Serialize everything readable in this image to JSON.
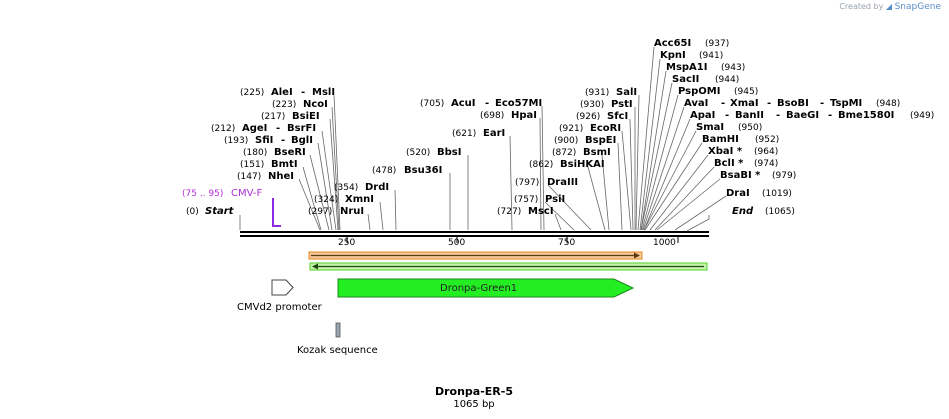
{
  "credit": {
    "prefix": "Created by",
    "brand": "SnapGene"
  },
  "title": "Dronpa-ER-5",
  "length_label": "1065 bp",
  "ruler": {
    "ticks": [
      "250",
      "500",
      "750",
      "1000"
    ]
  },
  "primer": {
    "position": "(75 .. 95)",
    "name": "CMV-F",
    "color": "#b230d8"
  },
  "ends": [
    {
      "position": "(0)",
      "name": "Start"
    },
    {
      "position": "(1065)",
      "name": "End"
    }
  ],
  "left_sites": [
    {
      "position": "(225)",
      "name": "AleI",
      "extra_sep": "-",
      "extra": "MslI"
    },
    {
      "position": "(223)",
      "name": "NcoI"
    },
    {
      "position": "(217)",
      "name": "BsiEI"
    },
    {
      "position": "(212)",
      "name": "AgeI",
      "extra_sep": "-",
      "extra": "BsrFI"
    },
    {
      "position": "(193)",
      "name": "SfiI",
      "extra_sep": "-",
      "extra": "BglI"
    },
    {
      "position": "(180)",
      "name": "BseRI"
    },
    {
      "position": "(151)",
      "name": "BmtI"
    },
    {
      "position": "(147)",
      "name": "NheI"
    },
    {
      "position": "(354)",
      "name": "DrdI"
    },
    {
      "position": "(324)",
      "name": "XmnI"
    },
    {
      "position": "(297)",
      "name": "NruI"
    }
  ],
  "middle_sites": [
    {
      "position": "(705)",
      "name": "AcuI",
      "extra_sep": "-",
      "extra": "Eco57MI"
    },
    {
      "position": "(698)",
      "name": "HpaI"
    },
    {
      "position": "(621)",
      "name": "EarI"
    },
    {
      "position": "(520)",
      "name": "BbsI"
    },
    {
      "position": "(478)",
      "name": "Bsu36I"
    },
    {
      "position": "(931)",
      "name": "SalI"
    },
    {
      "position": "(930)",
      "name": "PstI"
    },
    {
      "position": "(926)",
      "name": "SfcI"
    },
    {
      "position": "(921)",
      "name": "EcoRI"
    },
    {
      "position": "(900)",
      "name": "BspEI"
    },
    {
      "position": "(872)",
      "name": "BsmI"
    },
    {
      "position": "(862)",
      "name": "BsiHKAI"
    },
    {
      "position": "(797)",
      "name": "DraIII"
    },
    {
      "position": "(757)",
      "name": "PsiI"
    },
    {
      "position": "(727)",
      "name": "MscI"
    }
  ],
  "right_sites": [
    {
      "name": "Acc65I",
      "position": "(937)"
    },
    {
      "name": "KpnI",
      "position": "(941)"
    },
    {
      "name": "MspA1I",
      "position": "(943)"
    },
    {
      "name": "SacII",
      "position": "(944)"
    },
    {
      "name": "PspOMI",
      "position": "(945)"
    },
    {
      "name": "AvaI",
      "extras": [
        "XmaI",
        "BsoBI",
        "TspMI"
      ],
      "position": "(948)"
    },
    {
      "name": "ApaI",
      "extras": [
        "BanII",
        "BaeGI",
        "Bme1580I"
      ],
      "position": "(949)"
    },
    {
      "name": "SmaI",
      "position": "(950)"
    },
    {
      "name": "BamHI",
      "position": "(952)"
    },
    {
      "name": "XbaI *",
      "position": "(964)"
    },
    {
      "name": "BclI *",
      "position": "(974)"
    },
    {
      "name": "BsaBI *",
      "position": "(979)"
    },
    {
      "name": "DraI",
      "position": "(1019)"
    }
  ],
  "features": {
    "promoter": "CMVd2 promoter",
    "gene": "Dronpa-Green1",
    "kozak": "Kozak sequence"
  },
  "colors": {
    "gene_fill": "#22ee22",
    "orf_top": "#e98a1c",
    "orf_bottom": "#4fd12a",
    "kozak": "#9aa4b0"
  }
}
